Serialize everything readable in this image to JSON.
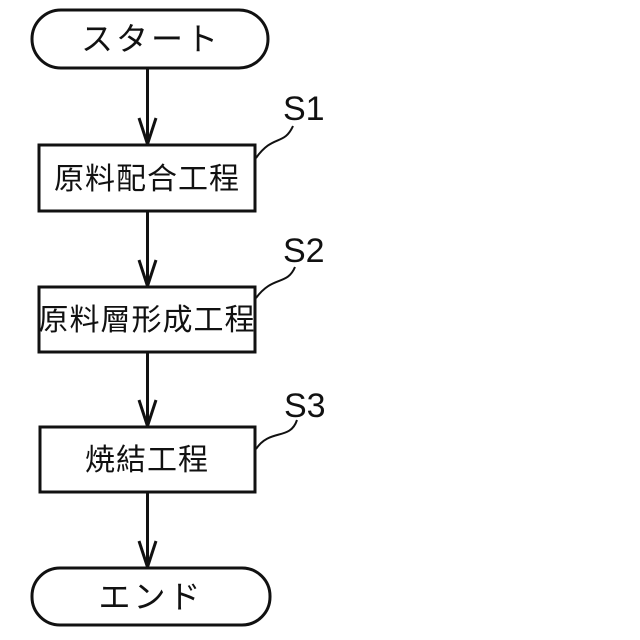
{
  "diagram": {
    "type": "flowchart",
    "orientation": "top-to-bottom",
    "colors": {
      "background": "#ffffff",
      "line": "#111111",
      "text": "#111111"
    },
    "nodes": [
      {
        "id": "start",
        "type": "terminator",
        "label": "スタート"
      },
      {
        "id": "step1",
        "type": "process",
        "label": "原料配合工程",
        "step": "S1"
      },
      {
        "id": "step2",
        "type": "process",
        "label": "原料層形成工程",
        "step": "S2"
      },
      {
        "id": "step3",
        "type": "process",
        "label": "焼結工程",
        "step": "S3"
      },
      {
        "id": "end",
        "type": "terminator",
        "label": "エンド"
      }
    ],
    "connections": [
      {
        "from": "start",
        "to": "step1",
        "style": "arrow"
      },
      {
        "from": "step1",
        "to": "step2",
        "style": "arrow"
      },
      {
        "from": "step2",
        "to": "step3",
        "style": "arrow"
      },
      {
        "from": "step3",
        "to": "end",
        "style": "arrow"
      },
      {
        "from": "S1",
        "to": "step1",
        "style": "leader-curve"
      },
      {
        "from": "S2",
        "to": "step2",
        "style": "leader-curve"
      },
      {
        "from": "S3",
        "to": "step3",
        "style": "leader-curve"
      }
    ]
  }
}
